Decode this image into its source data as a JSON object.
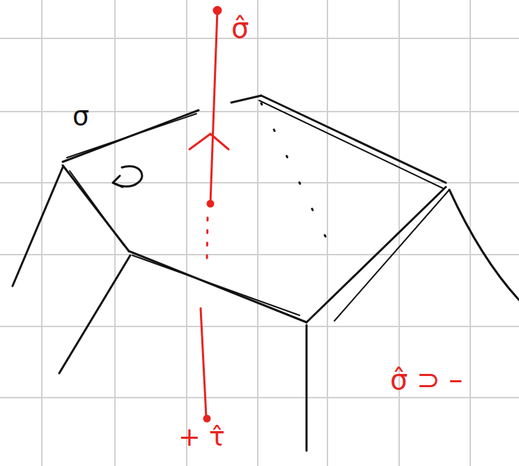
{
  "diagram": {
    "labels": [
      "σ̂",
      "σ",
      "+ τ̂",
      "σ̂ ⊃ –"
    ]
  }
}
